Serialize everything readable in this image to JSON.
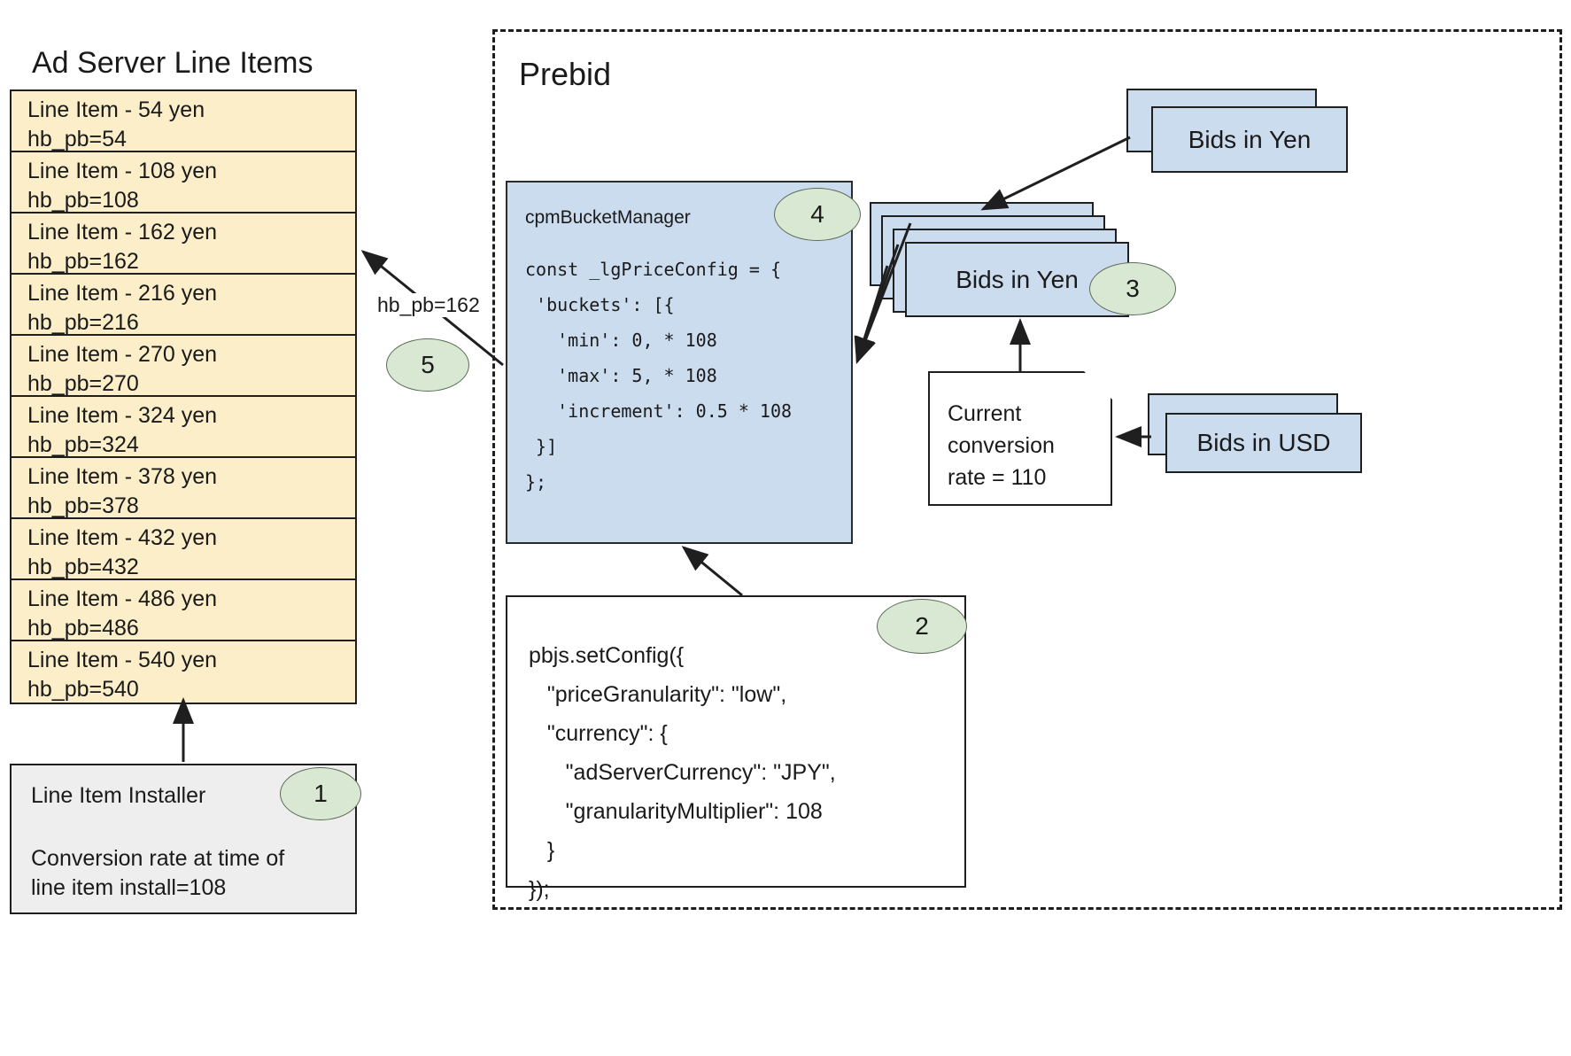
{
  "diagram": {
    "left_column": {
      "title": "Ad Server Line Items",
      "line_items": [
        {
          "name": "Line Item - 54 yen",
          "key": "hb_pb=54"
        },
        {
          "name": "Line Item - 108 yen",
          "key": "hb_pb=108"
        },
        {
          "name": "Line Item - 162 yen",
          "key": "hb_pb=162"
        },
        {
          "name": "Line Item - 216 yen",
          "key": "hb_pb=216"
        },
        {
          "name": "Line Item - 270 yen",
          "key": "hb_pb=270"
        },
        {
          "name": "Line Item - 324 yen",
          "key": "hb_pb=324"
        },
        {
          "name": "Line Item - 378 yen",
          "key": "hb_pb=378"
        },
        {
          "name": "Line Item - 432 yen",
          "key": "hb_pb=432"
        },
        {
          "name": "Line Item - 486 yen",
          "key": "hb_pb=486"
        },
        {
          "name": "Line Item - 540 yen",
          "key": "hb_pb=540"
        }
      ],
      "installer": {
        "title": "Line Item Installer",
        "note_line_1": "Conversion rate at time of",
        "note_line_2": "line item install=108"
      }
    },
    "prebid": {
      "title": "Prebid",
      "cpm_bucket_manager": {
        "title": "cpmBucketManager",
        "code_lines": [
          "const _lgPriceConfig = {",
          " 'buckets': [{",
          "   'min': 0, * 108",
          "   'max': 5, * 108",
          "   'increment': 0.5 * 108",
          " }]",
          "};"
        ]
      },
      "set_config": {
        "code_lines": [
          "pbjs.setConfig({",
          "   \"priceGranularity\": \"low\",",
          "   \"currency\": {",
          "      \"adServerCurrency\": \"JPY\",",
          "      \"granularityMultiplier\": 108",
          "   }",
          "});"
        ]
      },
      "bids_in_yen_top_label": "Bids in Yen",
      "bids_in_yen_mid_label": "Bids in Yen",
      "bids_in_usd_label": "Bids in USD",
      "conversion_note": {
        "line_1": "Current",
        "line_2": "conversion",
        "line_3": "rate = 110"
      }
    },
    "edge_labels": {
      "hb_pb": "hb_pb=162"
    },
    "step_badges": {
      "one": "1",
      "two": "2",
      "three": "3",
      "four": "4",
      "five": "5"
    },
    "colors": {
      "line_item_fill": "#fbeec8",
      "prebid_box_fill": "#ccdcef",
      "badge_fill": "#d9e8d2",
      "installer_fill": "#eeeeee",
      "stroke": "#1f1f1f"
    }
  }
}
